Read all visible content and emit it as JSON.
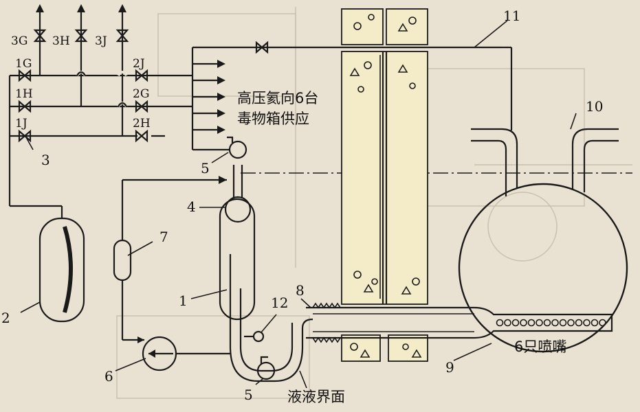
{
  "valves": {
    "top": [
      "3G",
      "3H",
      "3J"
    ],
    "left": [
      "1G",
      "1H",
      "1J"
    ],
    "right": [
      "2J",
      "2G",
      "2H"
    ]
  },
  "numbers": [
    "1",
    "2",
    "3",
    "4",
    "5",
    "5",
    "6",
    "7",
    "8",
    "9",
    "10",
    "11",
    "12"
  ],
  "text": {
    "supply_line1": "高压氦向6台",
    "supply_line2": "毒物箱供应",
    "interface": "液液界面",
    "nozzles": "6只喷嘴"
  }
}
